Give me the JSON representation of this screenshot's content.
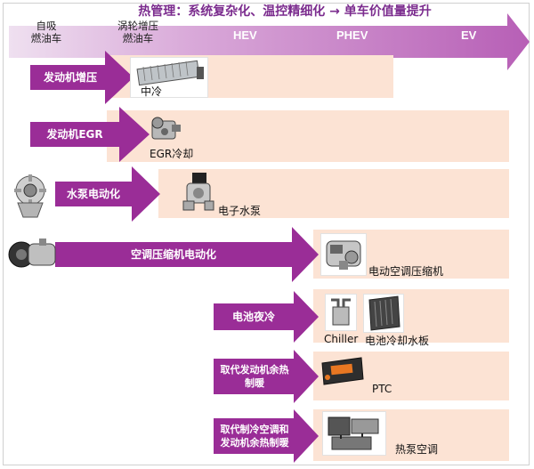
{
  "title": "热管理：系统复杂化、温控精细化 → 单车价值量提升",
  "stages": {
    "naturally_aspirated": [
      "自吸",
      "燃油车"
    ],
    "turbo": [
      "涡轮增压",
      "燃油车"
    ],
    "hev": "HEV",
    "phev": "PHEV",
    "ev": "EV"
  },
  "rows": [
    {
      "label": "发动机增压",
      "product": "中冷",
      "product_icon": "intercooler-icon"
    },
    {
      "label": "发动机EGR",
      "product": "EGR冷却",
      "product_icon": "egr-cooler-icon"
    },
    {
      "label": "水泵电动化",
      "product": "电子水泵",
      "product_icon": "electric-water-pump-icon",
      "side_icon": "mechanical-water-pump-icon"
    },
    {
      "label": "空调压缩机电动化",
      "product": "电动空调压缩机",
      "product_icon": "electric-compressor-icon",
      "side_icon": "ac-compressor-icon"
    },
    {
      "label": "电池夜冷",
      "products": [
        "Chiller",
        "电池冷却水板"
      ],
      "product_icons": [
        "chiller-icon",
        "battery-cooling-plate-icon"
      ]
    },
    {
      "label_lines": [
        "取代发动机余热",
        "制暖"
      ],
      "product": "PTC",
      "product_icon": "ptc-heater-icon"
    },
    {
      "label_lines": [
        "取代制冷空调和",
        "发动机余热制暖"
      ],
      "product": "热泵空调",
      "product_icon": "heat-pump-icon"
    }
  ],
  "colors": {
    "purple": "#9a2d97",
    "stage_arrow": "#c47fc4",
    "panel": "#fce3d4",
    "title": "#7b2c8e"
  }
}
